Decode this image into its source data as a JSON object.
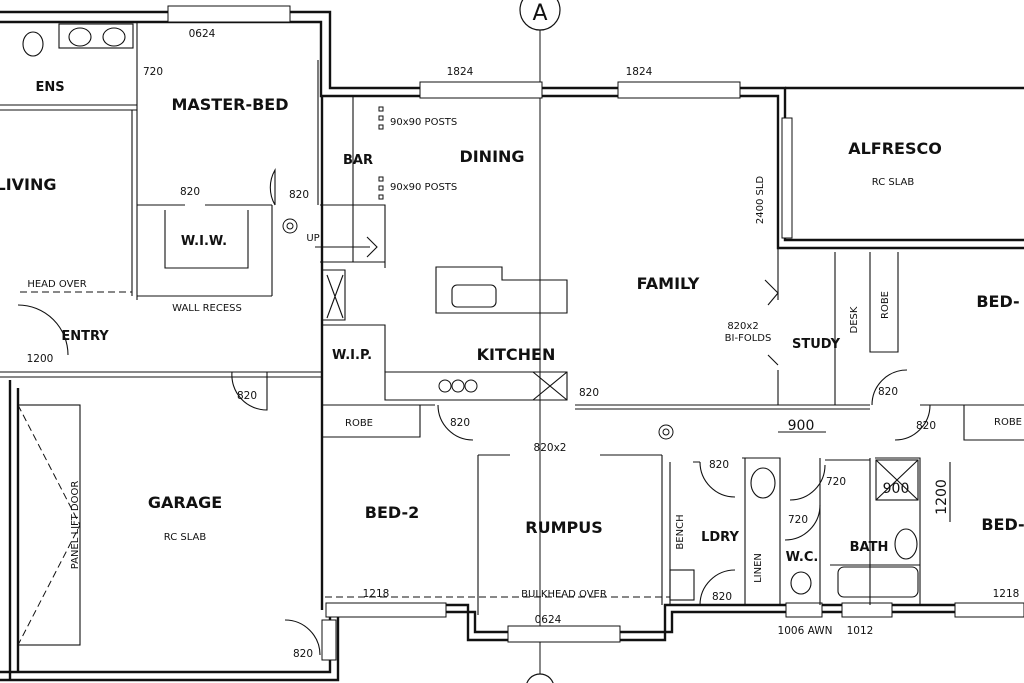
{
  "grid_marker": "A",
  "rooms": {
    "ens": "ENS",
    "master_bed": "MASTER-BED",
    "living": "LIVING",
    "wiw": "W.I.W.",
    "bar": "BAR",
    "dining": "DINING",
    "alfresco": "ALFRESCO",
    "family": "FAMILY",
    "study": "STUDY",
    "bed_right_top": "BED-",
    "entry": "ENTRY",
    "wip": "W.I.P.",
    "kitchen": "KITCHEN",
    "garage": "GARAGE",
    "bed2": "BED-2",
    "rumpus": "RUMPUS",
    "ldry": "LDRY",
    "wc": "W.C.",
    "bath": "BATH",
    "bed_right_bottom": "BED-"
  },
  "notes": {
    "posts_1": "90x90 POSTS",
    "posts_2": "90x90 POSTS",
    "alfresco_slab": "RC SLAB",
    "garage_slab": "RC SLAB",
    "sld": "2400 SLD",
    "up": "UP",
    "head_over": "HEAD OVER",
    "wall_recess": "WALL RECESS",
    "robe_v": "ROBE",
    "desk": "DESK",
    "bifold_size": "820x2",
    "bifolds": "BI-FOLDS",
    "robe_bed2": "ROBE",
    "robe_right": "ROBE",
    "panel_lift_door": "PANEL LIFT DOOR",
    "bench": "BENCH",
    "linen": "LINEN",
    "bulkhead_over": "BULKHEAD OVER"
  },
  "dimensions": {
    "win_master": "0624",
    "door_ens": "720",
    "win_dining": "1824",
    "win_family": "1824",
    "door_wiw": "820",
    "door_master": "820",
    "entry_width": "1200",
    "door_garage_entry": "820",
    "door_kitchen": "820",
    "door_study": "820",
    "door_bed2": "820",
    "hall_900": "900",
    "door_bed_right": "820",
    "rumpus_doors": "820x2",
    "door_ldry_top": "820",
    "door_wc_top": "720",
    "shower_900": "900",
    "shower_1200": "1200",
    "door_wc": "720",
    "win_bed2": "1218",
    "win_rumpus": "0624",
    "door_ldry_bottom": "820",
    "win_wc": "1006 AWN",
    "win_bath": "1012",
    "win_bed_right": "1218",
    "door_garage_side": "820"
  }
}
